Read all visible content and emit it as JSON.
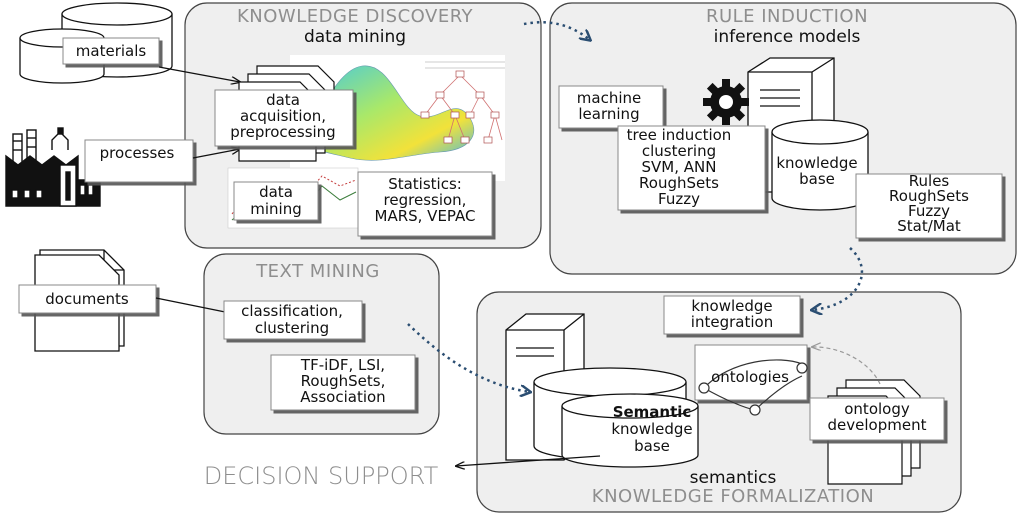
{
  "sections": {
    "knowledge_discovery": {
      "title": "KNOWLEDGE DISCOVERY",
      "subtitle": "data mining"
    },
    "rule_induction": {
      "title": "RULE INDUCTION",
      "subtitle": "inference models"
    },
    "text_mining": {
      "title": "TEXT MINING"
    },
    "knowledge_formalization": {
      "title": "KNOWLEDGE FORMALIZATION",
      "subtitle": "semantics"
    },
    "decision_support": {
      "title": "DECISION SUPPORT"
    }
  },
  "inputs": {
    "materials": "materials",
    "processes": "processes",
    "documents": "documents"
  },
  "kd_boxes": {
    "acquisition": [
      "data",
      "acquisition,",
      "preprocessing"
    ],
    "data_mining": [
      "data",
      "mining"
    ],
    "statistics": [
      "Statistics:",
      "regression,",
      "MARS, VEPAC"
    ]
  },
  "ri_boxes": {
    "machine_learning": [
      "machine",
      "learning"
    ],
    "methods": [
      "tree induction",
      "clustering",
      "SVM, ANN",
      "RoughSets",
      "Fuzzy"
    ],
    "knowledge_base": [
      "knowledge",
      "base"
    ],
    "rules": [
      "Rules",
      "RoughSets",
      "Fuzzy",
      "Stat/Mat"
    ]
  },
  "tm_boxes": {
    "classification": [
      "classification,",
      "clustering"
    ],
    "methods": [
      "TF-iDF, LSI,",
      "RoughSets,",
      "Association"
    ]
  },
  "kf_boxes": {
    "integration": [
      "knowledge",
      "integration"
    ],
    "ontologies": "ontologies",
    "semantic_kb": [
      "Semantic",
      "knowledge",
      "base"
    ],
    "ontology_dev": [
      "ontology",
      "development"
    ]
  },
  "colors": {
    "panel_fill": "#efefef",
    "panel_stroke": "#444444",
    "title_gray": "#8e8e8e",
    "arrow_blue": "#2b4e72"
  }
}
